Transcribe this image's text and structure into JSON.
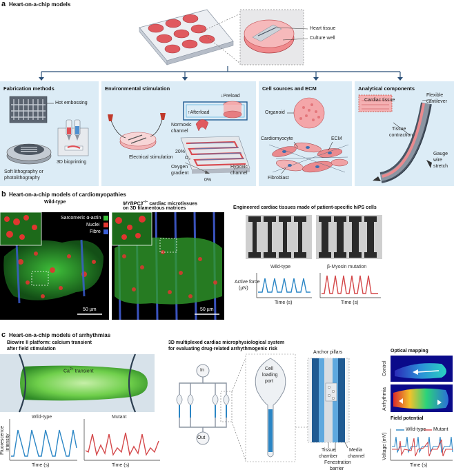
{
  "panel_a": {
    "letter": "a",
    "title": "Heart-on-a-chip models",
    "callout": {
      "heart_tissue": "Heart tissue",
      "culture_well": "Culture well"
    },
    "boxes": {
      "fabrication": {
        "title": "Fabrication methods",
        "hot_embossing": "Hot embossing",
        "bioprinting": "3D bioprinting",
        "soft_litho_line1": "Soft lithography or",
        "soft_litho_line2": "photolithography"
      },
      "environment": {
        "title": "Environmental stimulation",
        "preload": "↓Preload",
        "afterload": "↑Afterload",
        "electrical": "Electrical stimulation",
        "normoxic_line1": "Normoxic",
        "normoxic_line2": "channel",
        "o2_20": "20%",
        "o2_label": "O₂",
        "o2_0": "0%",
        "oxygen_line1": "Oxygen",
        "oxygen_line2": "gradient",
        "hypoxic_line1": "Hypoxic",
        "hypoxic_line2": "channel"
      },
      "cells": {
        "title": "Cell sources and ECM",
        "organoid": "Organoid",
        "cardiomyocyte": "Cardiomyocyte",
        "ecm": "ECM",
        "fibroblast": "Fibroblast"
      },
      "analytical": {
        "title": "Analytical components",
        "cardiac_tissue": "Cardiac tissue",
        "flexible_line1": "Flexible",
        "flexible_line2": "cantilever",
        "tissue_line1": "Tissue",
        "tissue_line2": "contraction",
        "gauge_line1": "Gauge",
        "gauge_line2": "wire",
        "gauge_line3": "stretch"
      }
    }
  },
  "panel_b": {
    "letter": "b",
    "title": "Heart-on-a-chip models of cardiomyopathies",
    "wild_type": "Wild-type",
    "mybpc3_gene": "MYBPC3",
    "mybpc3_sup": "−/−",
    "mybpc3_rest": " cardiac microtissues",
    "mybpc3_line2": "on 3D filamentous matrices",
    "legend": {
      "actin": "Sarcomeric α-actin",
      "nuclei": "Nuclei",
      "fibre": "Fibre"
    },
    "scale_left": "50 µm",
    "scale_right": "50 µm",
    "engineered_title": "Engineered cardiac tissues made of patient-specific hiPS cells",
    "force_ylabel_line1": "Active force",
    "force_ylabel_line2": "(µN)",
    "wt_trace_label": "Wild-type",
    "mutant_trace_label": "β-Myosin mutation",
    "xlabel_left": "Time (s)",
    "xlabel_right": "Time (s)",
    "colors": {
      "wt": "#2b86c5",
      "mutant": "#d4484a"
    }
  },
  "panel_c": {
    "letter": "c",
    "title": "Heart-on-a-chip models of arrhythmias",
    "biowire_line1": "Biowire II platform: calcium transient",
    "biowire_line2": "after field stimulation",
    "ca_transient_prefix": "Ca",
    "ca_transient_sup": "2+",
    "ca_transient_suffix": " transient",
    "fluor_line1": "Fluorescence",
    "fluor_line2": "intensity",
    "wt_label": "Wild-type",
    "mutant_label": "Mutant",
    "time_left": "Time (s)",
    "time_mid": "Time (s)",
    "multiplex_line1": "3D multiplexed cardiac microphysiological system",
    "multiplex_line2": "for evaluating drug-related arrhythmogenic risk",
    "in_label": "In",
    "out_label": "Out",
    "cell_loading_line1": "Cell",
    "cell_loading_line2": "loading",
    "cell_loading_line3": "port",
    "anchor_pillars": "Anchor pillars",
    "tissue_chamber_line1": "Tissue",
    "tissue_chamber_line2": "chamber",
    "fenestration_line1": "Fenestration",
    "fenestration_line2": "barrier",
    "media_line1": "Media",
    "media_line2": "channel",
    "optical_mapping": "Optical mapping",
    "control": "Control",
    "arrhythmia": "Arrhythmia",
    "field_potential": "Field potential",
    "fp_wt": "Wild-type",
    "fp_mutant": "Mutant",
    "voltage": "Voltage (mV)",
    "time_right": "Time (s)"
  }
}
